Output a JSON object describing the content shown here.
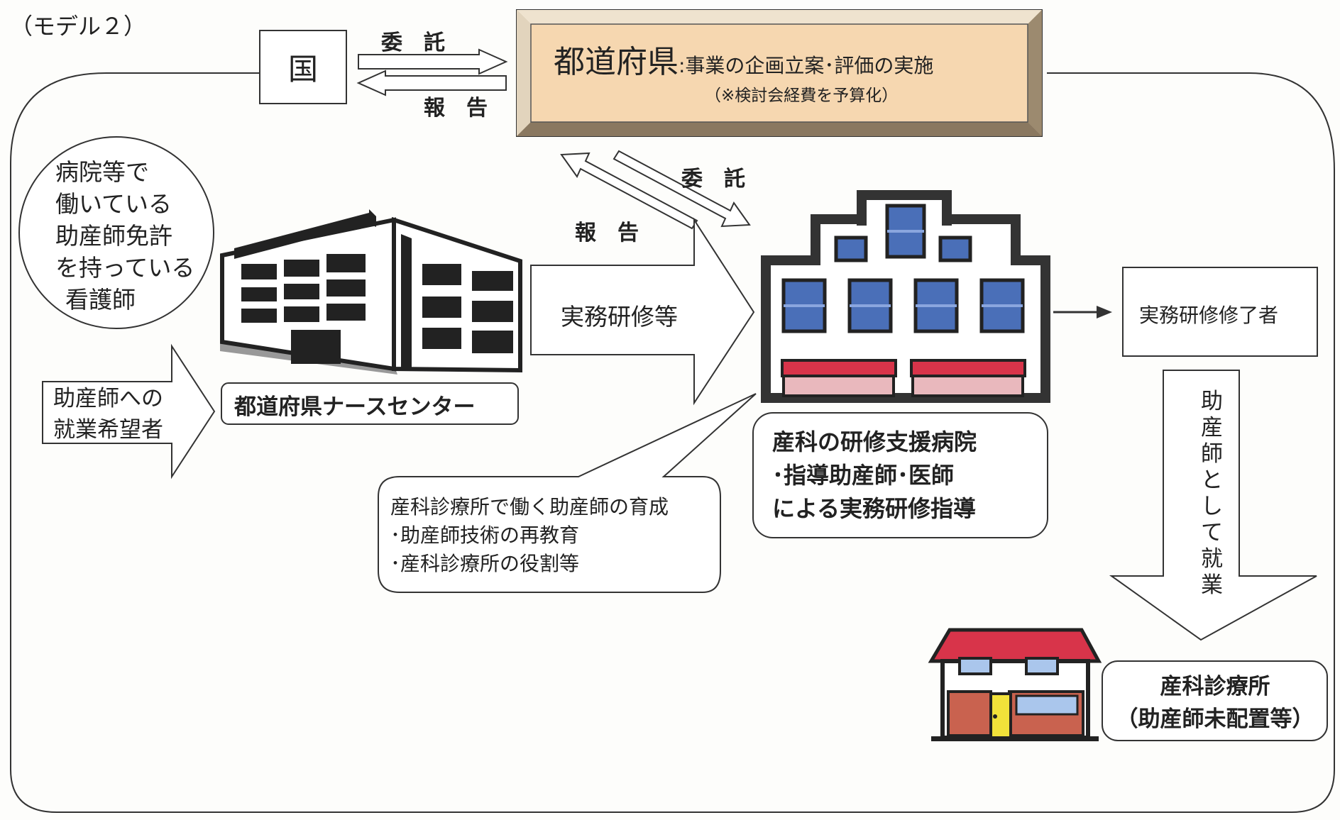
{
  "model_label": "（モデル２）",
  "kuni": "国",
  "itaku_top": "委　託",
  "houkoku_top": "報　告",
  "pref_title": "都道府県",
  "pref_desc": ":事業の企画立案･評価の実施",
  "pref_note": "（※検討会経費を予算化）",
  "itaku_mid": "委　託",
  "houkoku_mid": "報　告",
  "nurse_circle": [
    "病院等で",
    "働いている",
    "助産師免許",
    "を持っている",
    "看護師"
  ],
  "applicant": [
    "助産師への",
    "就業希望者"
  ],
  "nurse_center": "都道府県ナースセンター",
  "training_arrow": "実務研修等",
  "hospital_label": [
    "産科の研修支援病院",
    "･指導助産師･医師",
    "による実務研修指導"
  ],
  "callout": [
    "産科診療所で働く助産師の育成",
    "･助産師技術の再教育",
    "･産科診療所の役割等"
  ],
  "completer": "実務研修修了者",
  "employment_arrow": [
    "助",
    "産",
    "師",
    "と",
    "し",
    "て",
    "就",
    "業"
  ],
  "clinic_label": [
    "産科診療所",
    "（助産師未配置等）"
  ],
  "colors": {
    "pref_fill": "#f6d7b0",
    "window_blue": "#4a6fb8",
    "awning_red": "#d8344a",
    "door_yellow": "#f2e23a"
  }
}
